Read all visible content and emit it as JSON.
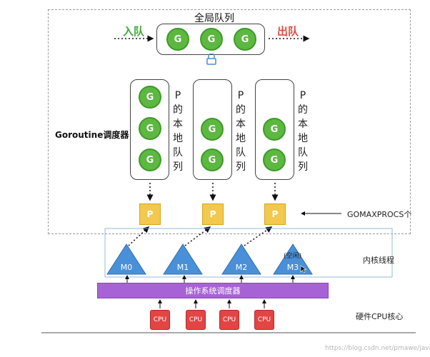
{
  "global_queue": {
    "title": "全局队列",
    "enqueue_label": "入队",
    "dequeue_label": "出队",
    "goroutines": [
      "G",
      "G",
      "G"
    ]
  },
  "scheduler_label": "Goroutine调度器",
  "local_queues": [
    {
      "goroutines": [
        "G",
        "G",
        "G"
      ],
      "label_chars": [
        "P",
        "的",
        "本",
        "地",
        "队",
        "列"
      ]
    },
    {
      "goroutines": [
        "G",
        "G"
      ],
      "label_chars": [
        "P",
        "的",
        "本",
        "地",
        "队",
        "列"
      ]
    },
    {
      "goroutines": [
        "G",
        "G"
      ],
      "label_chars": [
        "P",
        "的",
        "本",
        "地",
        "队",
        "列"
      ]
    }
  ],
  "processors": [
    "P",
    "P",
    "P"
  ],
  "gomaxprocs_label": "GOMAXPROCS个",
  "threads": [
    "M0",
    "M1",
    "M2",
    "M3"
  ],
  "idle_label": "(空闲)",
  "kernel_threads_label": "内核线程",
  "os_scheduler_label": "操作系统调度器",
  "cpus": [
    "CPU",
    "CPU",
    "CPU",
    "CPU"
  ],
  "cpu_cores_label": "硬件CPU核心",
  "watermark": "https://blog.csdn.net/pmawe/java",
  "colors": {
    "goroutine": "#5cb840",
    "processor": "#f2c94c",
    "thread": "#4a90d9",
    "os_scheduler": "#a763d6",
    "cpu": "#e34444",
    "enqueue": "#3fa83a",
    "dequeue": "#e24a3d"
  }
}
